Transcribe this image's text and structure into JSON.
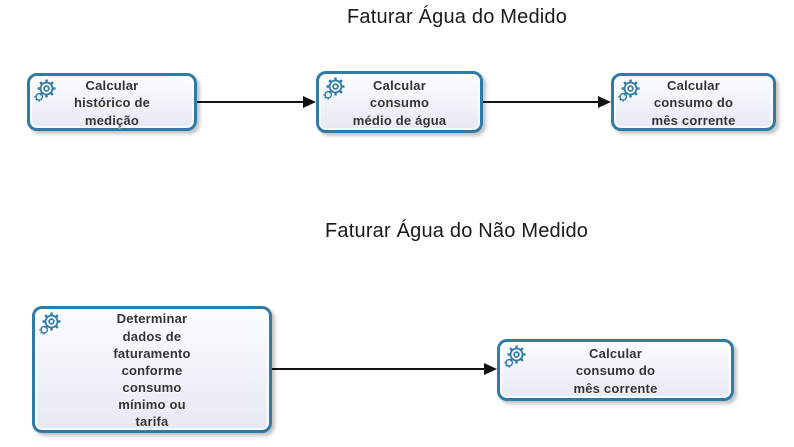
{
  "diagram": {
    "background_color": "#ffffff",
    "node_border_color": "#2e7ca6",
    "node_fill_top": "#fcfdfe",
    "node_fill_bottom": "#e6e9f4",
    "node_text_color": "#333333",
    "title_color": "#1a1a1a",
    "connector_color": "#121212",
    "sections": [
      {
        "title": "Faturar Água do Medido",
        "tasks": [
          {
            "icon": "service-gear-icon",
            "label_lines": [
              "Calcular",
              "histórico de",
              "medição"
            ]
          },
          {
            "icon": "service-gear-icon",
            "label_lines": [
              "Calcular",
              "consumo",
              "médio de água"
            ]
          },
          {
            "icon": "service-gear-icon",
            "label_lines": [
              "Calcular",
              "consumo do",
              "mês corrente"
            ]
          }
        ]
      },
      {
        "title": "Faturar Água do Não Medido",
        "tasks": [
          {
            "icon": "service-gear-icon",
            "label_lines": [
              "Determinar",
              "dados de",
              "faturamento",
              "conforme",
              "consumo",
              "mínimo ou",
              "tarifa"
            ]
          },
          {
            "icon": "service-gear-icon",
            "label_lines": [
              "Calcular",
              "consumo do",
              "mês corrente"
            ]
          }
        ]
      }
    ]
  }
}
